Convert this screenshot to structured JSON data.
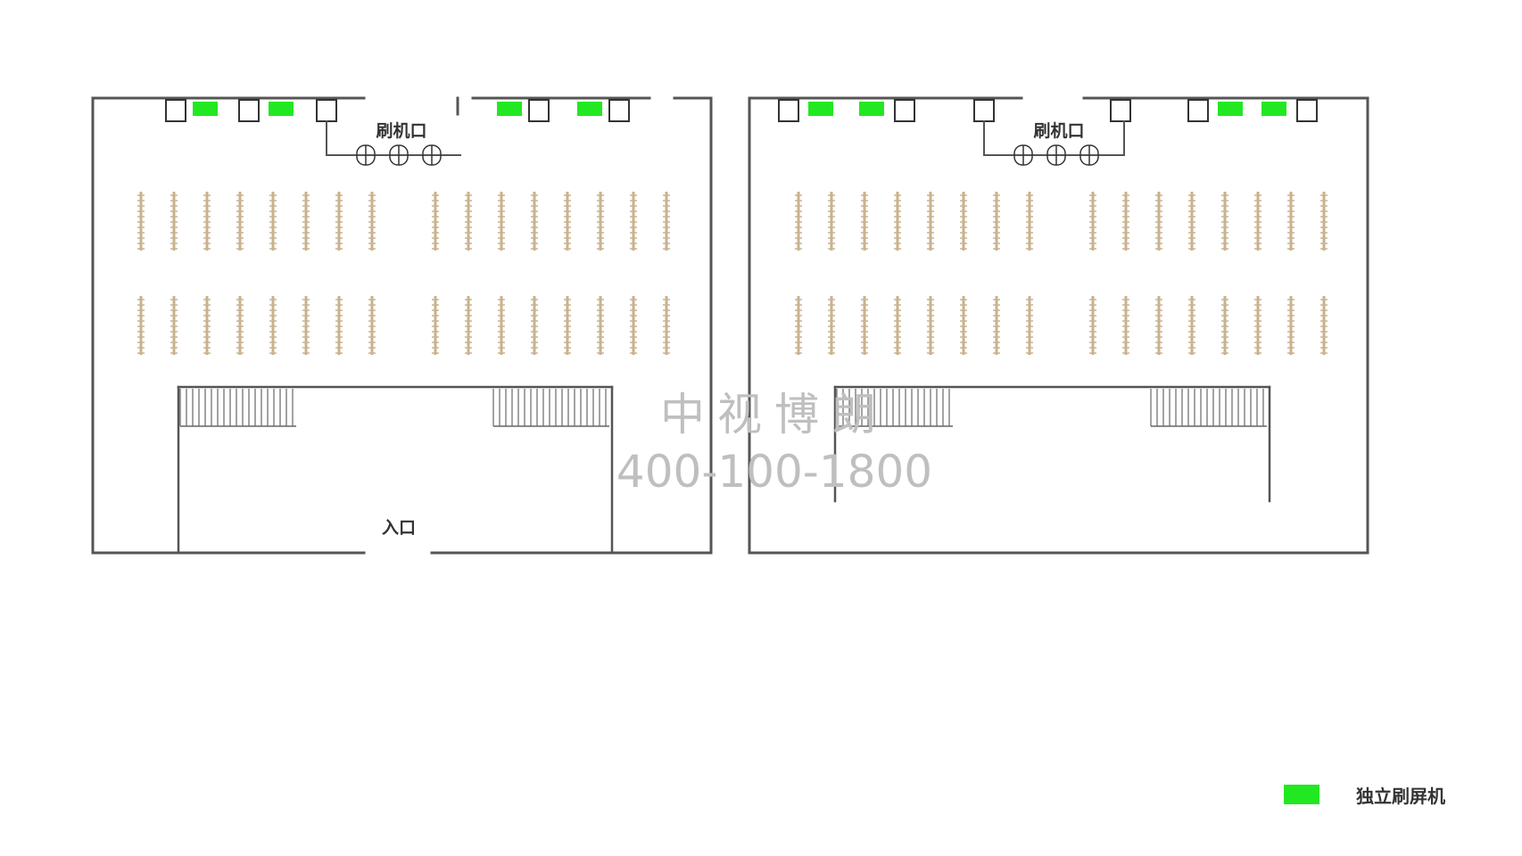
{
  "diagram": {
    "halls": [
      {
        "gate_label": "刷机口",
        "entrance_label": "入口"
      },
      {
        "gate_label": "刷机口",
        "entrance_label": ""
      }
    ],
    "legend": {
      "label": "独立刷屏机",
      "swatch_color": "#22e822"
    },
    "watermark": {
      "name": "中视博朗",
      "phone": "400-100-1800"
    },
    "colors": {
      "wall": "#555555",
      "seat": "#c9b28d",
      "screen": "#22e822"
    }
  }
}
